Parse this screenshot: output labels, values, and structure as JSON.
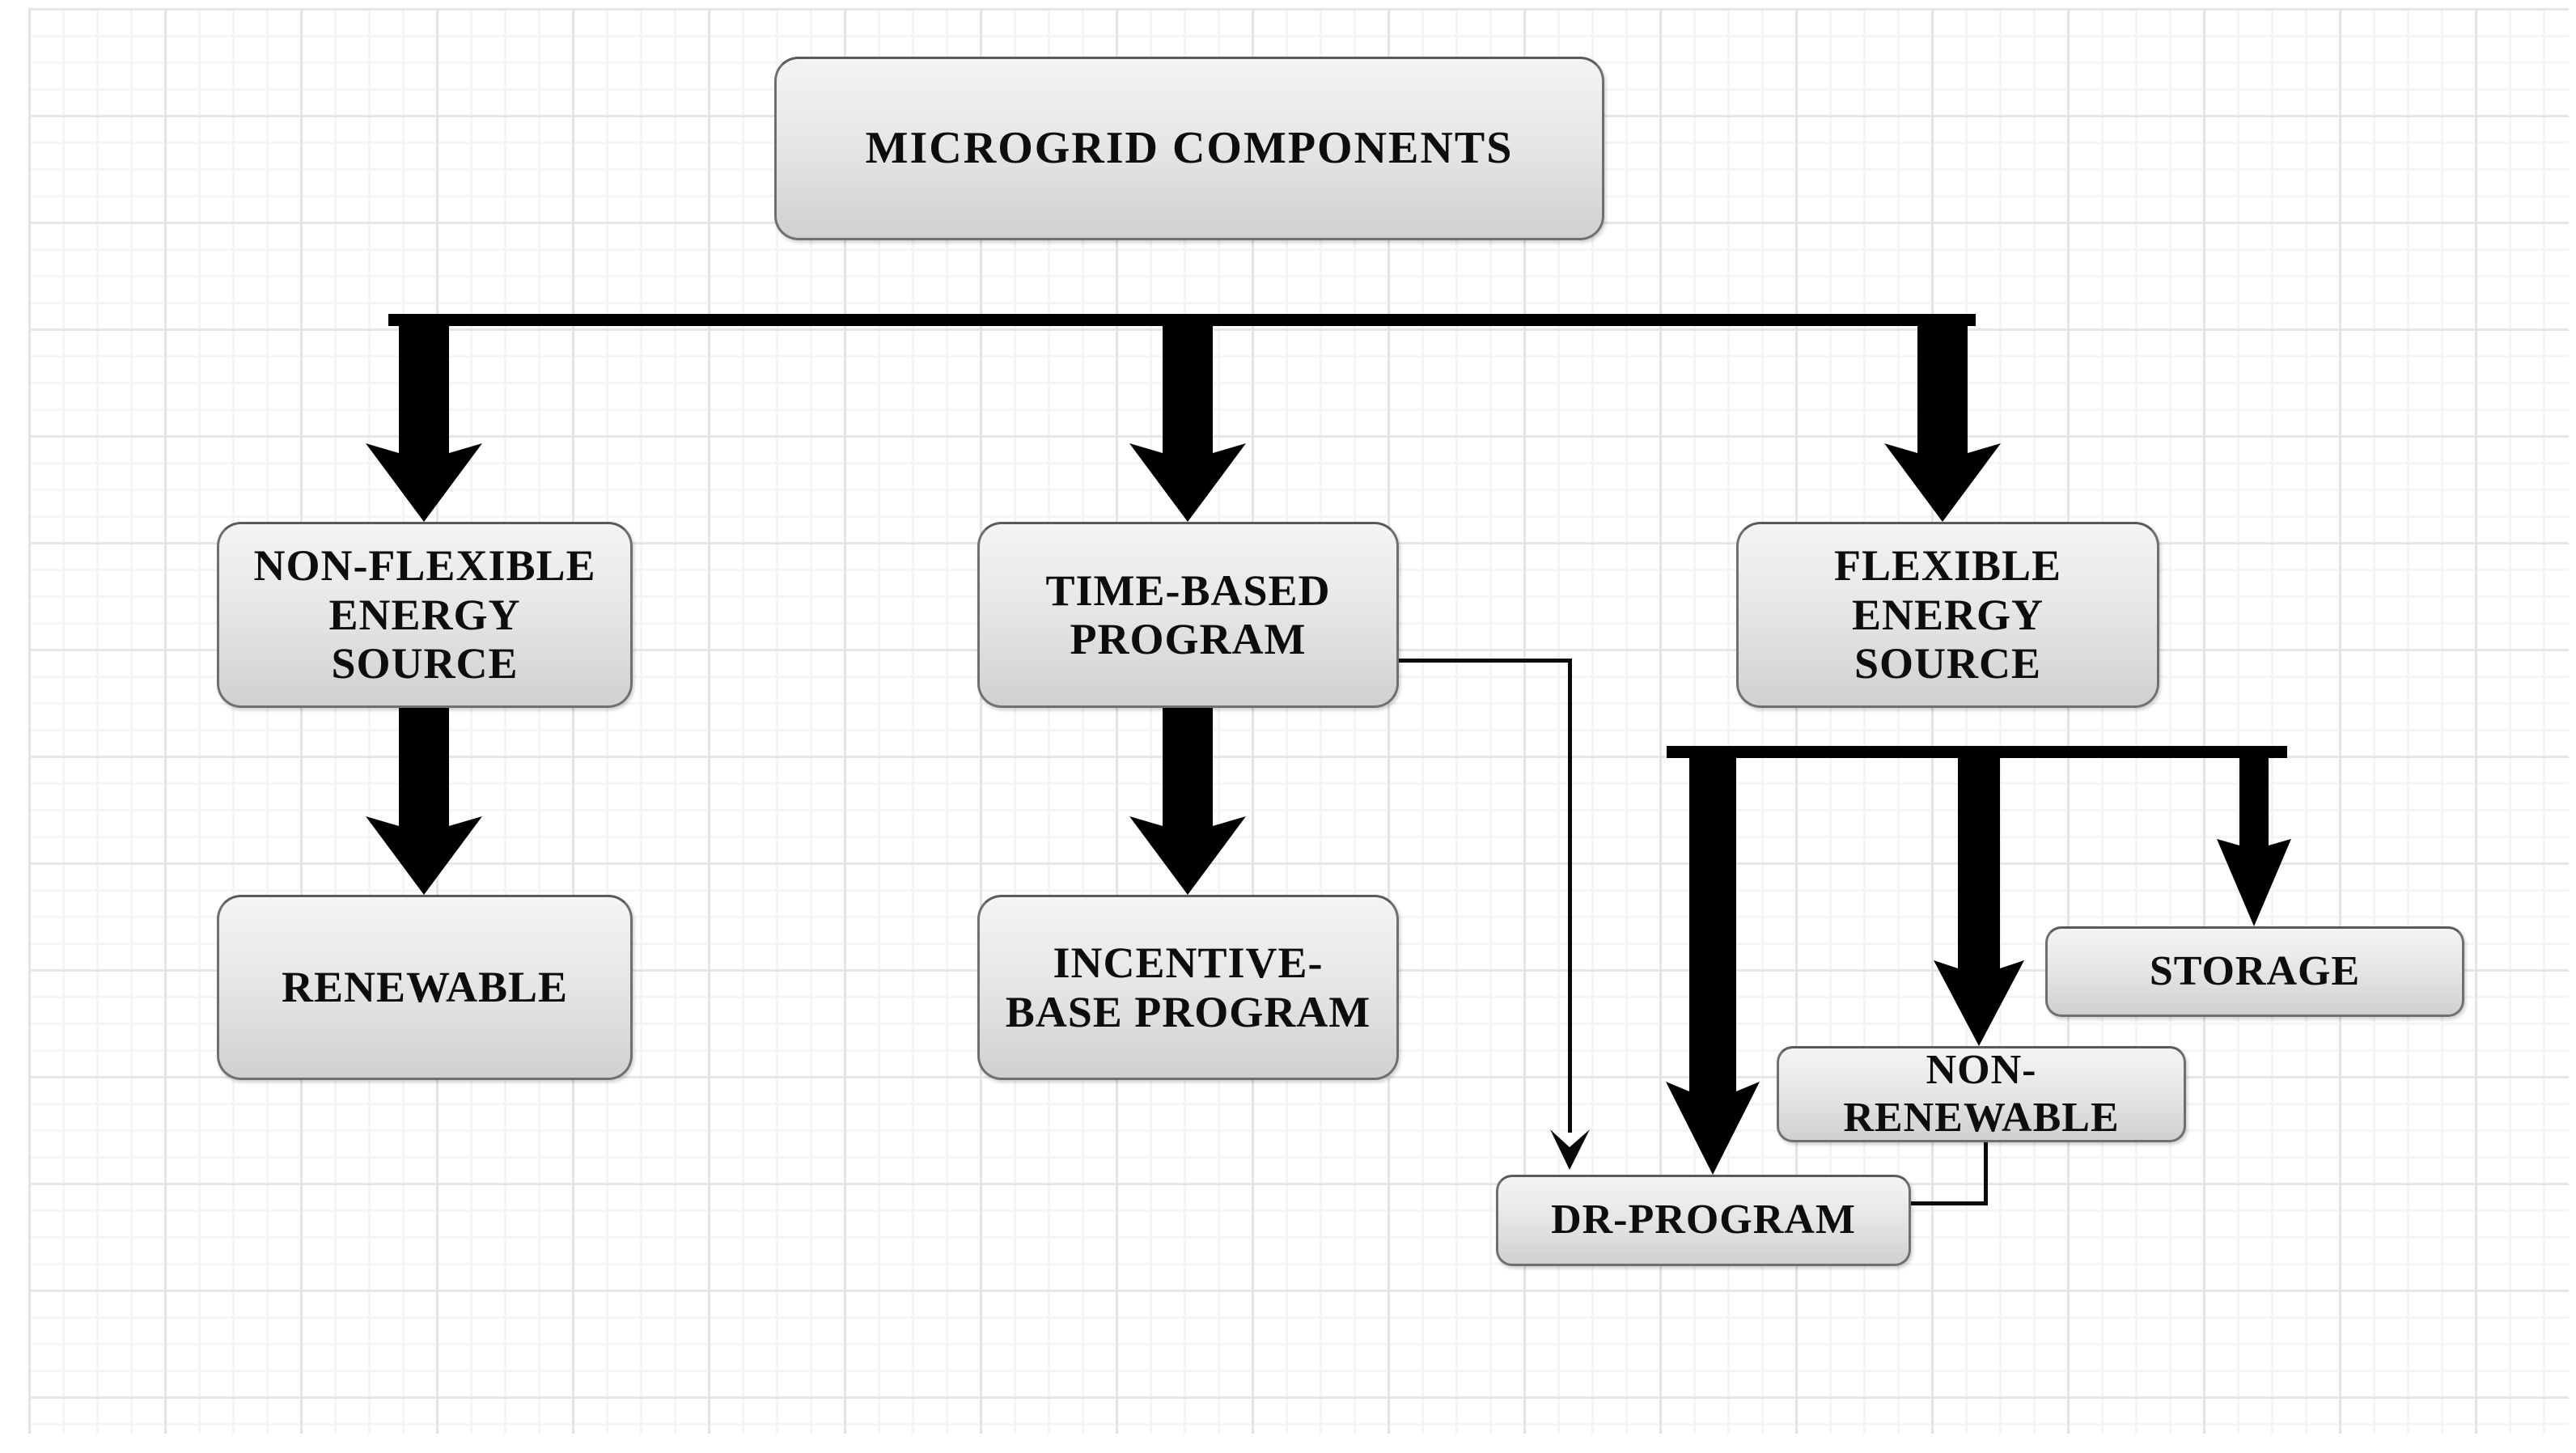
{
  "figure": {
    "kind": "flowchart",
    "background": "graph-paper-grid"
  },
  "nodes": {
    "microgrid": {
      "label": "MICROGRID COMPONENTS"
    },
    "non_flexible": {
      "label": "NON-FLEXIBLE\nENERGY\nSOURCE"
    },
    "time_based": {
      "label": "TIME-BASED\nPROGRAM"
    },
    "flexible": {
      "label": "FLEXIBLE\nENERGY\nSOURCE"
    },
    "renewable": {
      "label": "RENEWABLE"
    },
    "incentive": {
      "label": "INCENTIVE-\nBASE PROGRAM"
    },
    "storage": {
      "label": "STORAGE"
    },
    "non_renewable": {
      "label": "NON-\nRENEWABLE"
    },
    "dr_program": {
      "label": "DR-PROGRAM"
    }
  },
  "edges": [
    {
      "from": "microgrid",
      "to": "non_flexible",
      "style": "block-arrow"
    },
    {
      "from": "microgrid",
      "to": "time_based",
      "style": "block-arrow"
    },
    {
      "from": "microgrid",
      "to": "flexible",
      "style": "block-arrow"
    },
    {
      "from": "non_flexible",
      "to": "renewable",
      "style": "block-arrow"
    },
    {
      "from": "time_based",
      "to": "incentive",
      "style": "block-arrow"
    },
    {
      "from": "flexible",
      "to": "dr_program",
      "style": "block-arrow"
    },
    {
      "from": "flexible",
      "to": "non_renewable",
      "style": "block-arrow"
    },
    {
      "from": "flexible",
      "to": "storage",
      "style": "block-arrow"
    },
    {
      "from": "time_based",
      "to": "dr_program",
      "style": "thin-arrow"
    },
    {
      "from": "non_renewable",
      "to": "dr_program",
      "style": "thin-line"
    }
  ],
  "colors": {
    "background": "#ffffff",
    "grid_minor": "#f5f5f5",
    "grid_major": "#e5e5e5",
    "node_border": "#6f6f6f",
    "node_fill_top": "#f4f4f4",
    "node_fill_bottom": "#d0d0d0",
    "text": "#0d0d0d",
    "arrow": "#000000"
  }
}
